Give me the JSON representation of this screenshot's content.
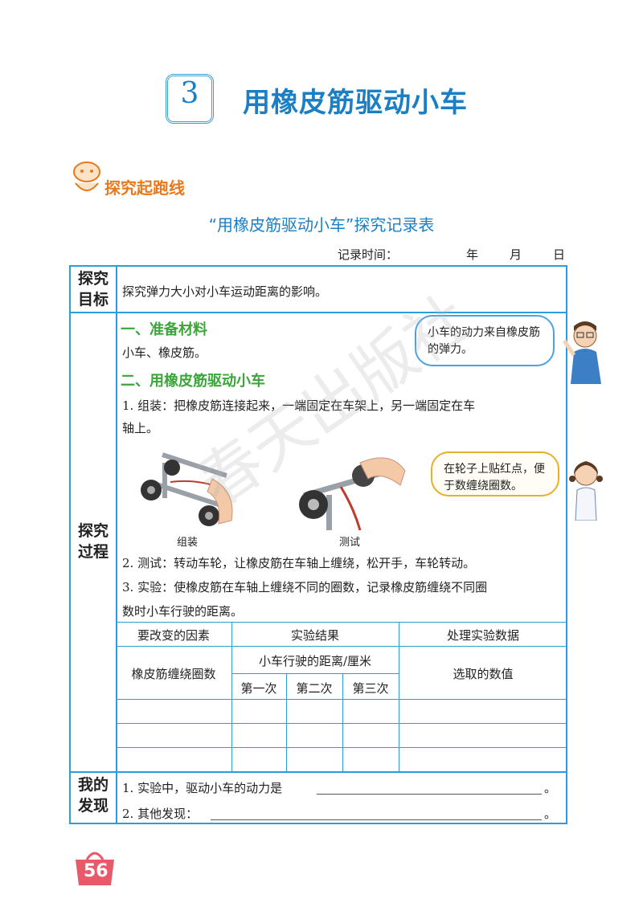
{
  "chapter": {
    "number": "3",
    "title": "用橡皮筋驱动小车"
  },
  "section_label": "探究起跑线",
  "table_title": "“用橡皮筋驱动小车”探究记录表",
  "record_time": {
    "label": "记录时间：",
    "year": "年",
    "month": "月",
    "day": "日"
  },
  "rows": {
    "goal": {
      "header_1": "探究",
      "header_2": "目标",
      "text": "探究弹力大小对小车运动距离的影响。"
    },
    "process": {
      "header_1": "探究",
      "header_2": "过程",
      "heading_1": "一、准备材料",
      "materials": "小车、橡皮筋。",
      "heading_2": "二、用橡皮筋驱动小车",
      "step1_line1": "1.  组装：把橡皮筋连接起来，一端固定在车架上，另一端固定在车",
      "step1_line2": "轴上。",
      "caption_left": "组装",
      "caption_right": "测试",
      "step2": "2.  测试：转动车轮，让橡皮筋在车轴上缠绕，松开手，车轮转动。",
      "step3_line1": "3.  实验：使橡皮筋在车轴上缠绕不同的圈数，记录橡皮筋缠绕不同圈",
      "step3_line2": "数时小车行驶的距离。"
    },
    "findings": {
      "header_1": "我的",
      "header_2": "发现",
      "item1_prefix": "1.  实验中，驱动小车的动力是",
      "item1_suffix": "。",
      "item2_prefix": "2.  其他发现：",
      "item2_suffix": "。"
    }
  },
  "data_table": {
    "col_factor": "要改变的因素",
    "col_result": "实验结果",
    "col_process": "处理实验数据",
    "factor_value": "橡皮筋缠绕圈数",
    "distance_header": "小车行驶的距离/厘米",
    "trials": [
      "第一次",
      "第二次",
      "第三次"
    ],
    "selected_value": "选取的数值"
  },
  "bubbles": {
    "boy": "小车的动力来自橡皮筋的弹力。",
    "girl": "在轮子上贴红点，便于数缠绕圈数。"
  },
  "watermark": "春天出版社",
  "page_number": "56"
}
